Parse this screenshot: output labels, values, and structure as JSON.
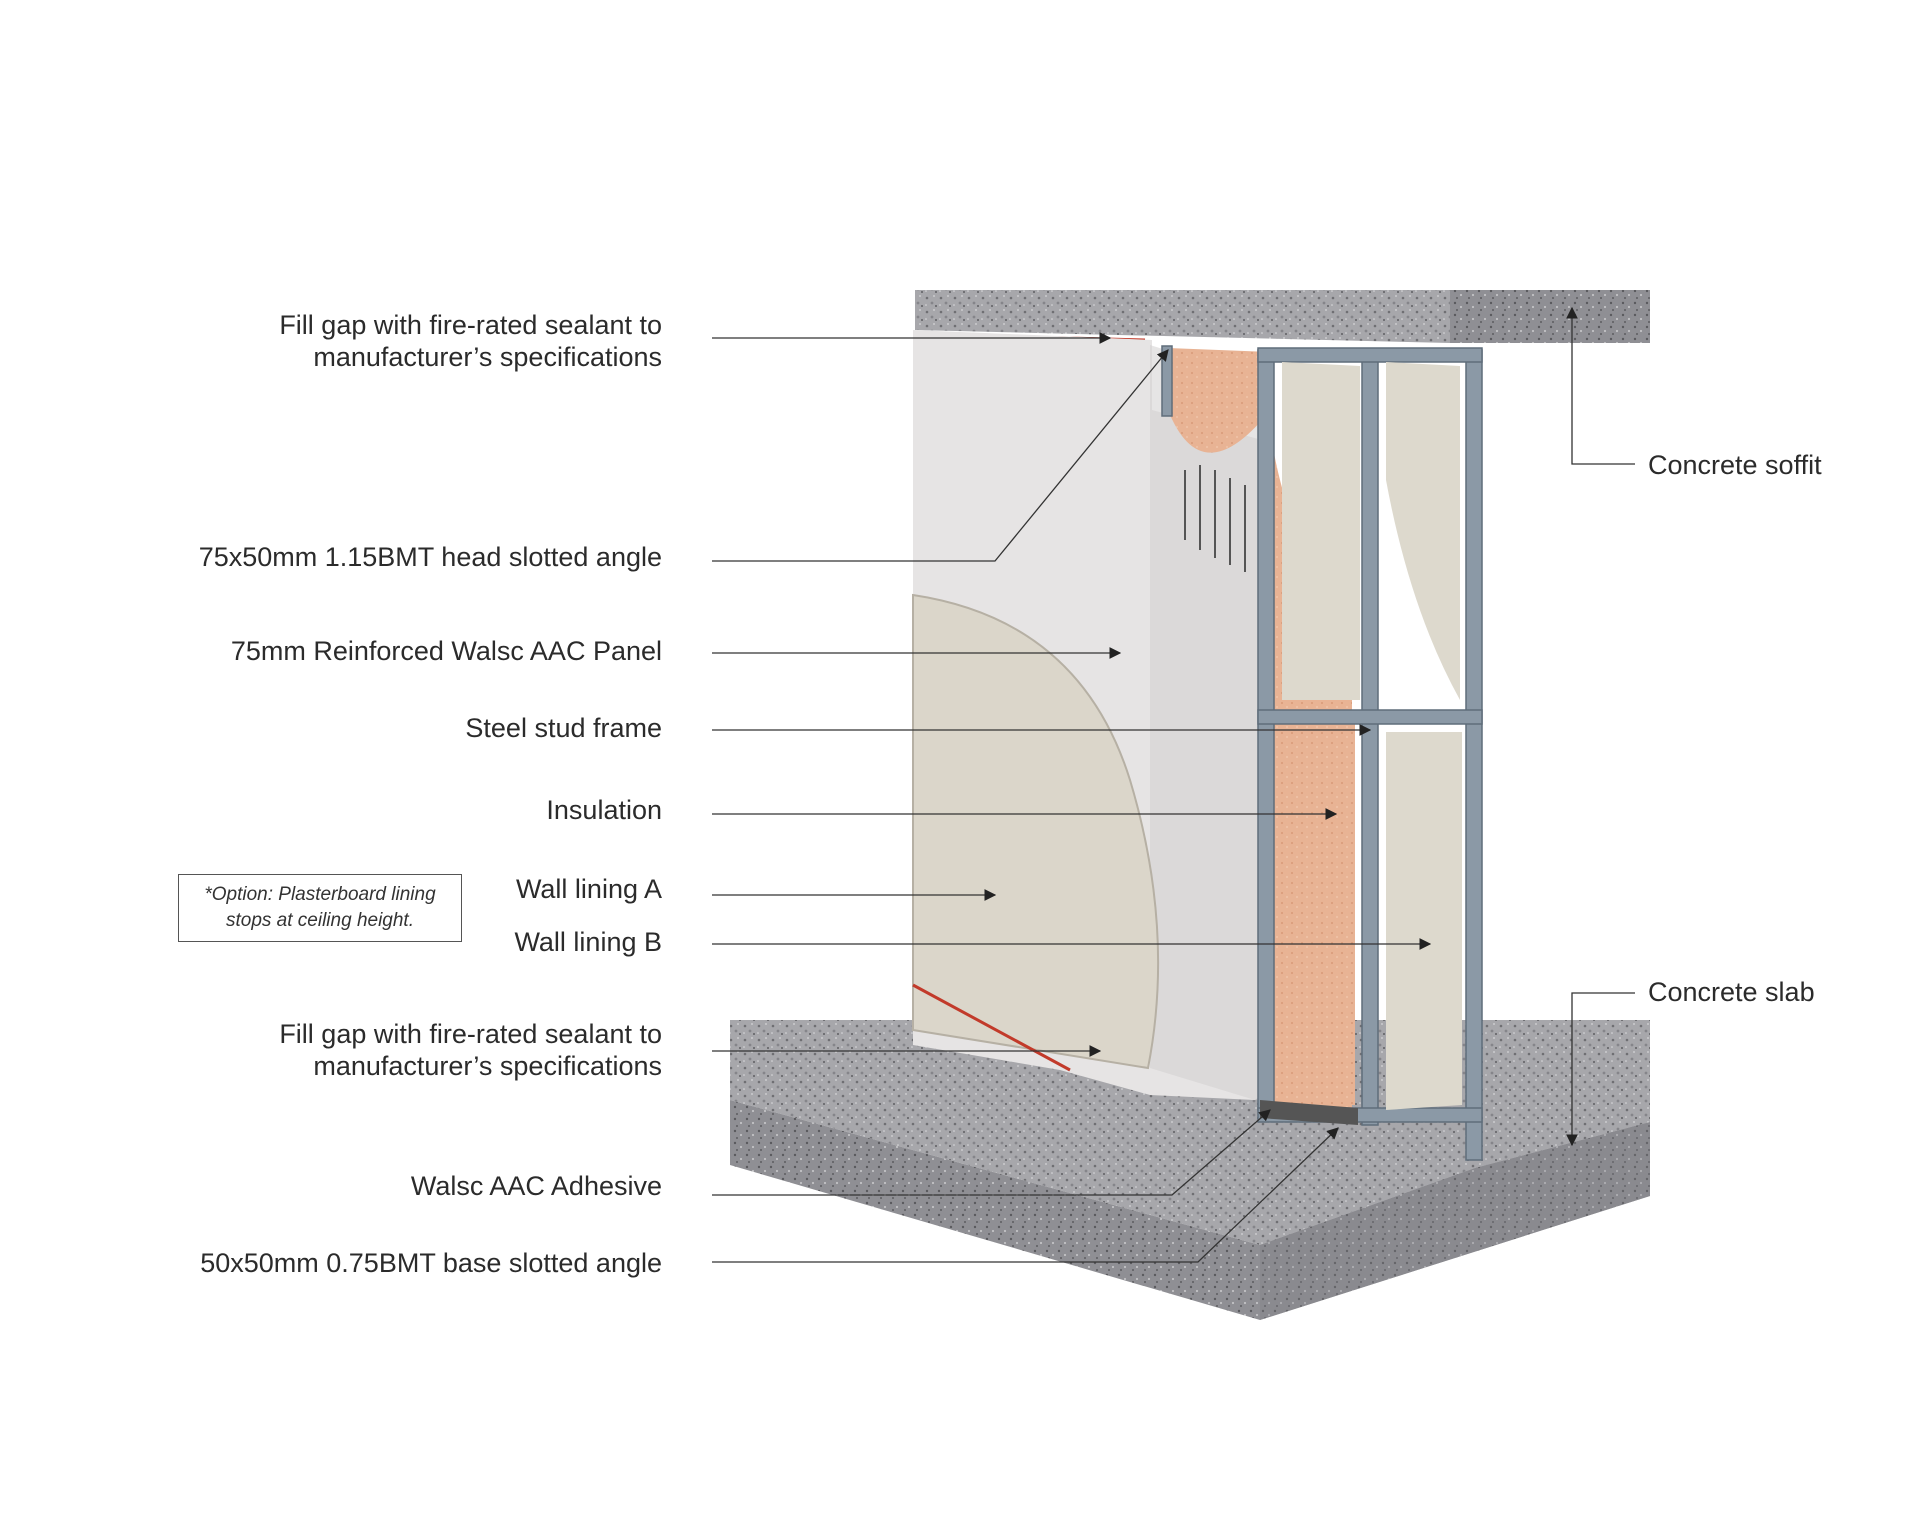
{
  "labels": {
    "sealant_top_line1": "Fill gap with fire-rated sealant to",
    "sealant_top_line2": "manufacturer’s specifications",
    "head_angle": "75x50mm 1.15BMT head slotted angle",
    "aac_panel": "75mm Reinforced Walsc AAC Panel",
    "stud_frame": "Steel stud frame",
    "insulation": "Insulation",
    "lining_a": "Wall lining A",
    "lining_b": "Wall lining B",
    "sealant_bottom_line1": "Fill gap with fire-rated sealant to",
    "sealant_bottom_line2": "manufacturer’s specifications",
    "adhesive": "Walsc AAC Adhesive",
    "base_angle": "50x50mm 0.75BMT base slotted angle",
    "soffit": "Concrete soffit",
    "slab": "Concrete slab"
  },
  "note": {
    "line1": "*Option: Plasterboard lining",
    "line2": "stops at ceiling height."
  },
  "colors": {
    "concrete": "#a9a9ad",
    "aac_panel": "#e4e2e2",
    "plasterboard": "#dcd8cd",
    "insulation": "#e8b394",
    "steel_stud": "#8b99a6",
    "sealant": "#c23a2a",
    "leader_line": "#333333"
  }
}
